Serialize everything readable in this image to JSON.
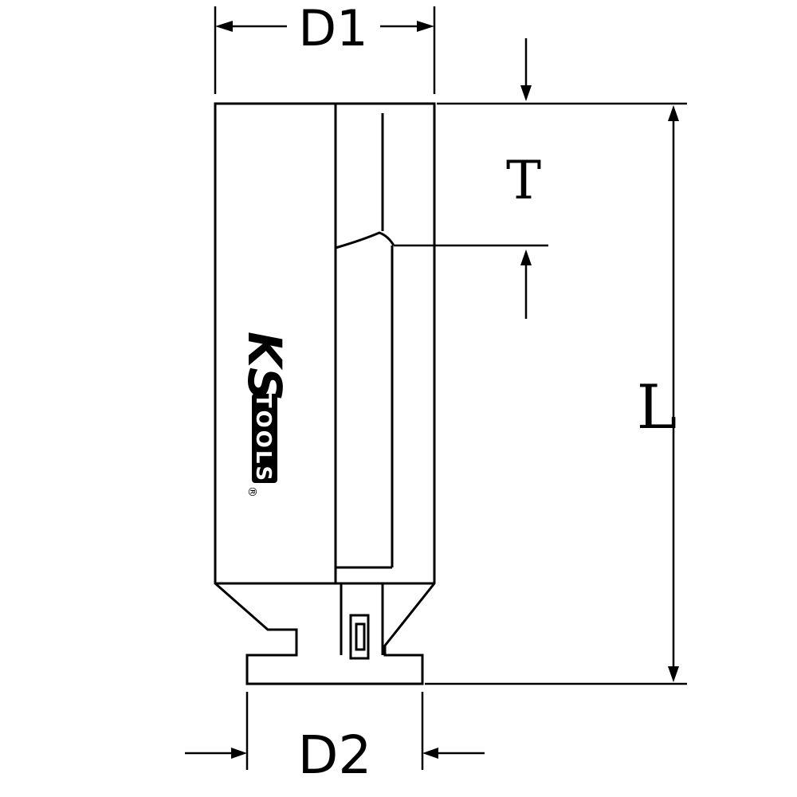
{
  "diagram": {
    "description": "Technical dimension drawing of a deep hexagon impact socket",
    "background_color": "#ffffff",
    "line_color": "#000000",
    "dimensions": {
      "d1": "D1",
      "t": "T",
      "l": "L",
      "d2": "D2"
    },
    "logo": {
      "ks": "KS",
      "tools": "TOOLS",
      "registered": "®"
    }
  }
}
